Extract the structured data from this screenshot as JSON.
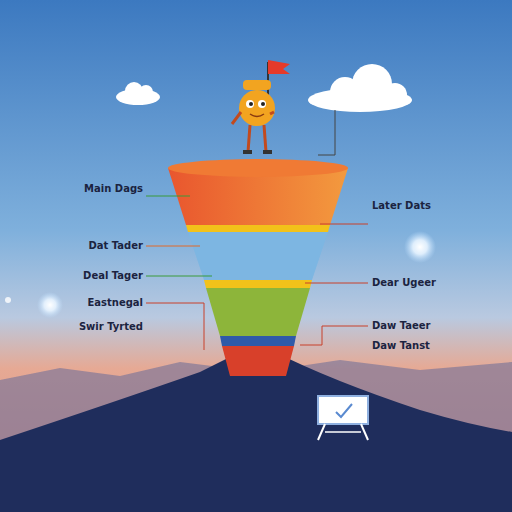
{
  "diagram": {
    "labels": [
      "Main Dags",
      "Dat Tader",
      "Deal Tager",
      "Eastnegal",
      "Swir Tyrted",
      "Later Dats",
      "Dear Ugeer",
      "Daw Taeer",
      "Daw Tanst"
    ]
  }
}
